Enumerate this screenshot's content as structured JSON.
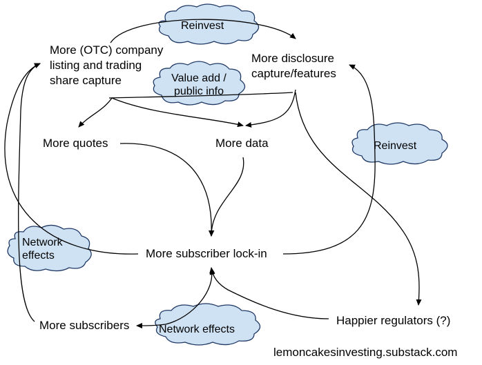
{
  "nodes": {
    "otc_listing": [
      "More (OTC) company",
      "listing and trading",
      "share capture"
    ],
    "disclosure": [
      "More disclosure",
      "capture/features"
    ],
    "quotes": "More quotes",
    "data": "More data",
    "lock_in": "More subscriber lock-in",
    "subscribers": "More subscribers",
    "regulators": "Happier regulators (?)"
  },
  "clouds": {
    "reinvest_top": "Reinvest",
    "value_add": [
      "Value add /",
      "public info"
    ],
    "reinvest_right": "Reinvest",
    "network_left": [
      "Network",
      "effects"
    ],
    "network_bottom": "Network effects"
  },
  "footer": "lemoncakesinvesting.substack.com",
  "colors": {
    "cloud_fill": "#cfe2f3",
    "cloud_stroke": "#1f3864",
    "arrow": "#000000"
  }
}
